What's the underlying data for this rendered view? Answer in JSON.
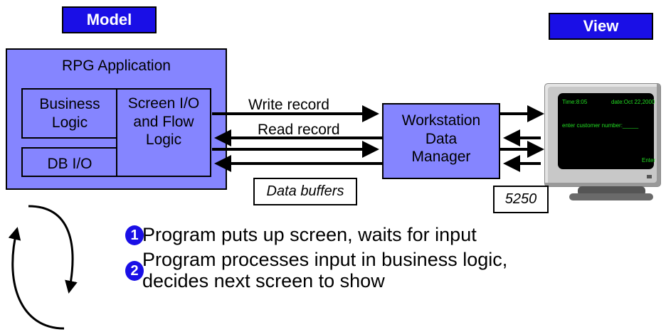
{
  "labels": {
    "model": "Model",
    "view": "View"
  },
  "app": {
    "title": "RPG Application",
    "business_logic": "Business Logic",
    "screen_io": "Screen I/O and Flow Logic",
    "db_io": "DB I/O"
  },
  "arrows": {
    "write": "Write record",
    "read": "Read record"
  },
  "data_buffers": "Data buffers",
  "wdm": "Workstation Data Manager",
  "terminal": {
    "model": "5250",
    "time": "Time:8:05",
    "date": "date:Oct 22,2000",
    "prompt": "enter customer number:_____",
    "enter": "Enter"
  },
  "steps": [
    {
      "num": "1",
      "text": "Program puts up screen, waits for input"
    },
    {
      "num": "2",
      "text": "Program processes input in business logic, decides next screen to show"
    }
  ],
  "step2_lines": [
    "Program processes input in business logic,",
    "decides next screen to show"
  ],
  "colors": {
    "label_blue": "#1a0fe6",
    "box_blue": "#8585ff",
    "screen_green": "#22dd22"
  }
}
